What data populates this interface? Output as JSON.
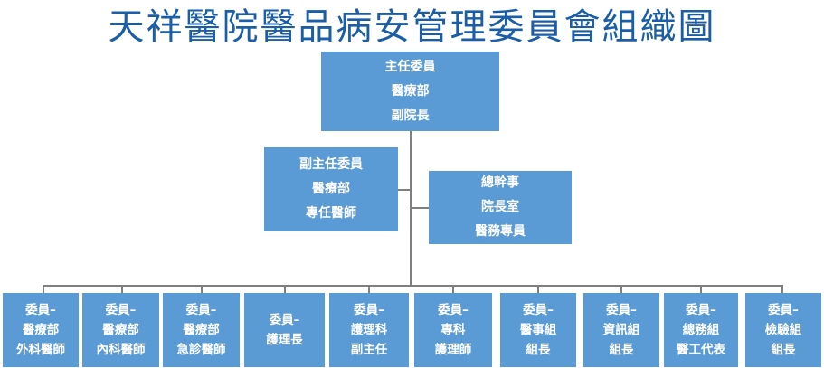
{
  "title": "天祥醫院醫品病安管理委員會組織圖",
  "colors": {
    "box": "#5b9bd5",
    "title": "#1a5ea8",
    "line": "#7f7f7f"
  },
  "chair": {
    "lines": [
      "主任委員",
      "醫療部",
      "副院長"
    ]
  },
  "vice_chair": {
    "lines": [
      "副主任委員",
      "醫療部",
      "專任醫師"
    ]
  },
  "secretary": {
    "lines": [
      "總幹事",
      "院長室",
      "醫務專員"
    ]
  },
  "members": [
    {
      "lines": [
        "委員–",
        "醫療部",
        "外科醫師"
      ]
    },
    {
      "lines": [
        "委員–",
        "醫療部",
        "內科醫師"
      ]
    },
    {
      "lines": [
        "委員–",
        "醫療部",
        "急診醫師"
      ]
    },
    {
      "lines": [
        "委員–",
        "護理長"
      ]
    },
    {
      "lines": [
        "委員–",
        "護理科",
        "副主任"
      ]
    },
    {
      "lines": [
        "委員–",
        "專科",
        "護理師"
      ]
    },
    {
      "lines": [
        "委員–",
        "醫事組",
        "組長"
      ]
    },
    {
      "lines": [
        "委員–",
        "資訊組",
        "組長"
      ]
    },
    {
      "lines": [
        "委員–",
        "總務組",
        "醫工代表"
      ]
    },
    {
      "lines": [
        "委員–",
        "檢驗組",
        "組長"
      ]
    }
  ]
}
